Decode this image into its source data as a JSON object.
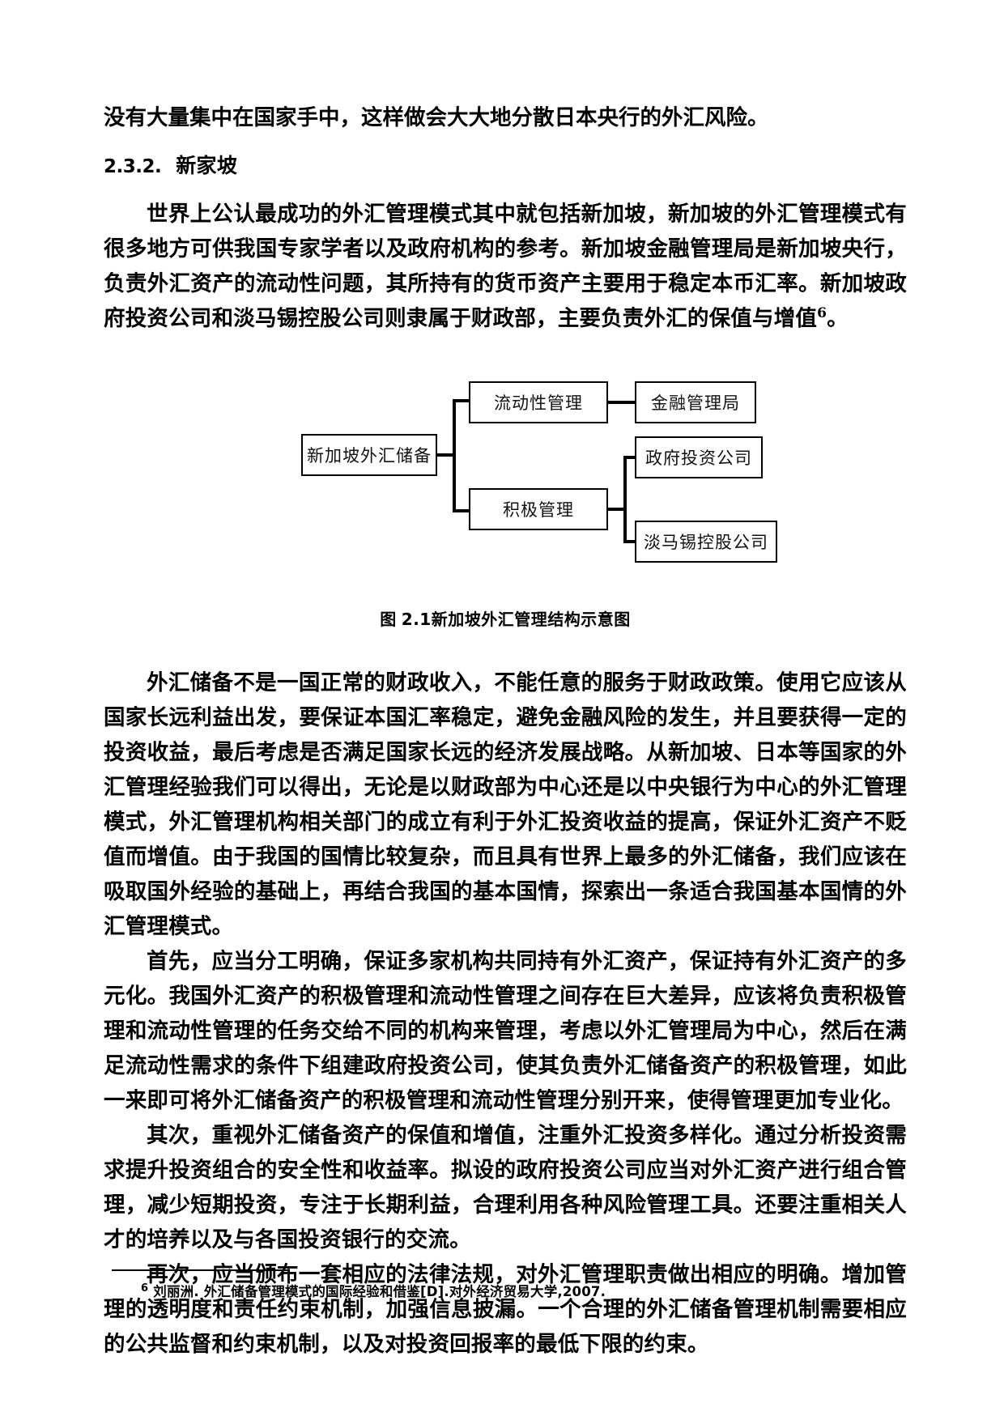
{
  "document": {
    "top_line": "没有大量集中在国家手中，这样做会大大地分散日本央行的外汇风险。",
    "section": {
      "number": "2.3.2.",
      "title": "新家坡"
    },
    "paragraphs": [
      "世界上公认最成功的外汇管理模式其中就包括新加坡，新加坡的外汇管理模式有很多地方可供我国专家学者以及政府机构的参考。新加坡金融管理局是新加坡央行，负责外汇资产的流动性问题，其所持有的货币资产主要用于稳定本币汇率。新加坡政府投资公司和淡马锡控股公司则隶属于财政部，主要负责外汇的保值与增值",
      "外汇储备不是一国正常的财政收入，不能任意的服务于财政政策。使用它应该从国家长远利益出发，要保证本国汇率稳定，避免金融风险的发生，并且要获得一定的投资收益，最后考虑是否满足国家长远的经济发展战略。从新加坡、日本等国家的外汇管理经验我们可以得出，无论是以财政部为中心还是以中央银行为中心的外汇管理模式，外汇管理机构相关部门的成立有利于外汇投资收益的提高，保证外汇资产不贬值而增值。由于我国的国情比较复杂，而且具有世界上最多的外汇储备，我们应该在吸取国外经验的基础上，再结合我国的基本国情，探索出一条适合我国基本国情的外汇管理模式。",
      "首先，应当分工明确，保证多家机构共同持有外汇资产，保证持有外汇资产的多元化。我国外汇资产的积极管理和流动性管理之间存在巨大差异，应该将负责积极管理和流动性管理的任务交给不同的机构来管理，考虑以外汇管理局为中心，然后在满足流动性需求的条件下组建政府投资公司，使其负责外汇储备资产的积极管理，如此一来即可将外汇储备资产的积极管理和流动性管理分别开来，使得管理更加专业化。",
      "其次，重视外汇储备资产的保值和增值，注重外汇投资多样化。通过分析投资需求提升投资组合的安全性和收益率。拟设的政府投资公司应当对外汇资产进行组合管理，减少短期投资，专注于长期利益，合理利用各种风险管理工具。还要注重相关人才的培养以及与各国投资银行的交流。",
      "再次，应当颁布一套相应的法律法规，对外汇管理职责做出相应的明确。增加管理的透明度和责任约束机制，加强信息披漏。一个合理的外汇储备管理机制需要相应的公共监督和约束机制，以及对投资回报率的最低下限的约束。"
    ],
    "footnote_marker": "6",
    "figure": {
      "caption_label": "图",
      "caption_text": "2.1新加坡外汇管理结构示意图",
      "nodes": {
        "root": "新加坡外汇储备",
        "branch_top": "流动性管理",
        "branch_bottom": "积极管理",
        "leaf_top": "金融管理局",
        "leaf_mid": "政府投资公司",
        "leaf_bottom": "淡马锡控股公司"
      }
    },
    "footnote": {
      "number": "6",
      "text": "刘丽洲. 外汇储备管理模式的国际经验和借鉴[D].对外经济贸易大学,2007."
    }
  }
}
